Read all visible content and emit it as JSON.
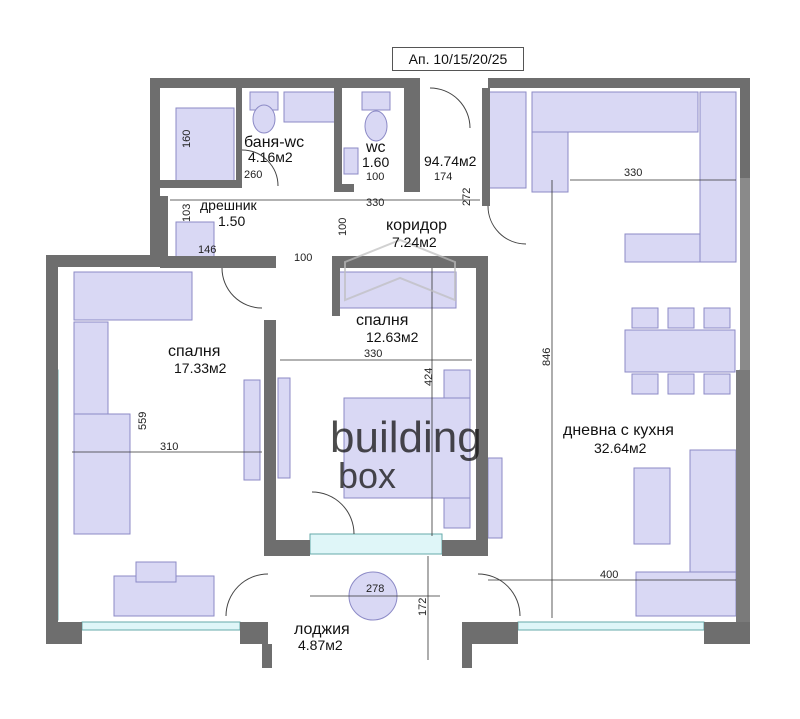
{
  "apartment_tag": "Ап. 10/15/20/25",
  "total_area": "94.74м2",
  "watermark": {
    "line1": "building",
    "line2": "box"
  },
  "rooms": [
    {
      "name": "баня-wc",
      "area": "4.16м2"
    },
    {
      "name": "wc",
      "area": "1.60"
    },
    {
      "name": "дрешник",
      "area": "1.50"
    },
    {
      "name": "коридор",
      "area": "7.24м2"
    },
    {
      "name": "спалня",
      "area": "12.63м2"
    },
    {
      "name": "спалня",
      "area": "17.33м2"
    },
    {
      "name": "дневна с кухня",
      "area": "32.64м2"
    },
    {
      "name": "лоджия",
      "area": "4.87м2"
    }
  ],
  "dimensions": [
    "160",
    "260",
    "100",
    "174",
    "330",
    "272",
    "103",
    "146",
    "330",
    "100",
    "100",
    "330",
    "424",
    "559",
    "310",
    "846",
    "400",
    "278",
    "172"
  ],
  "colors": {
    "wall": "#6e6e6e",
    "furniture": "#d9d8f4",
    "furniture_dark": "#c9c7ee",
    "glass": "#dff6f8",
    "line": "#333333"
  }
}
